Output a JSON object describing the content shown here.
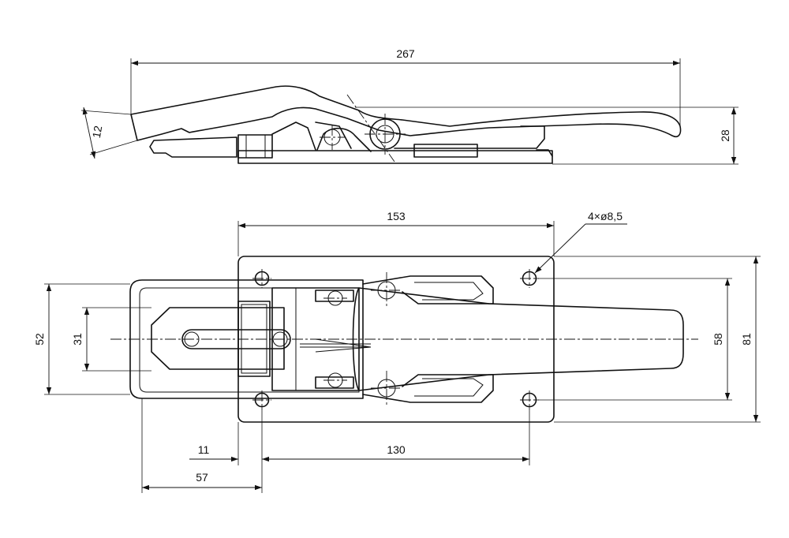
{
  "side_view": {
    "overall_length": "267",
    "height": "28",
    "lever_thickness": "12"
  },
  "top_view": {
    "base_plate_length": "153",
    "mounting_holes": "4×ø8,5",
    "overall_width": "81",
    "hole_spacing_width": "58",
    "hook_width": "52",
    "hook_inner_width": "31",
    "plate_edge_to_hole": "11",
    "hole_spacing_length": "130",
    "hook_to_hole": "57"
  }
}
